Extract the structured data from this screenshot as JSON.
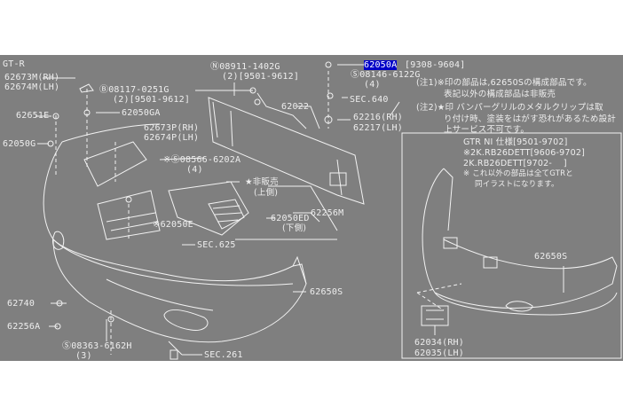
{
  "diagram": {
    "title": "GT-R",
    "highlight_color": "#0000c8",
    "parts": {
      "p62673m": "62673M(RH)",
      "p62674m": "62674M(LH)",
      "n08911": "Ⓝ08911-1402G",
      "n08911_qty": "(2)[9501-9612]",
      "b08117": "Ⓑ08117-0251G",
      "b08117_qty": "(2)[9501-9612]",
      "p62651e": "62651E",
      "p62050ga": "62050GA",
      "p62022": "62022",
      "p62673p": "62673P(RH)",
      "p62674p": "62674P(LH)",
      "p62050g": "62050G",
      "s08566": "※Ⓢ08566-6202A",
      "s08566_qty": "(4)",
      "not_sold": "★非販売",
      "upper": "(上側)",
      "p62050e": "※62050E",
      "p62050ed": "62050ED",
      "lower": "(下側)",
      "p62256m": "62256M",
      "sec625": "SEC.625",
      "p62650s": "62650S",
      "p62740": "62740",
      "p62256a": "62256A",
      "s08363": "Ⓢ08363-6162H",
      "s08363_qty": "(3)",
      "sec261": "SEC.261",
      "p62050a": "62050A",
      "p62050a_range": "[9308-9604]",
      "s08146": "Ⓢ08146-6122G",
      "s08146_qty": "(4)",
      "sec640": "SEC.640",
      "p62216": "62216(RH)",
      "p62217": "62217(LH)"
    },
    "notes": [
      "(注1)※印の部品は,62650Sの構成部品です。",
      "表記以外の構成部品は非販売",
      "(注2)★印 バンパーグリルのメタルクリップは取",
      "り付け時、塗装をはがす恐れがあるため設計",
      "上サービス不可です。"
    ],
    "inset": {
      "lines": [
        "GTR NI 仕様[9501-9702]",
        "※2K.RB26DETT[9606-9702]",
        "2K.RB26DETT[9702-    ]",
        "※ これ以外の部品は全てGTRと",
        "同イラストになります。"
      ],
      "p62650s": "62650S",
      "p62034": "62034(RH)",
      "p62035": "62035(LH)"
    }
  }
}
